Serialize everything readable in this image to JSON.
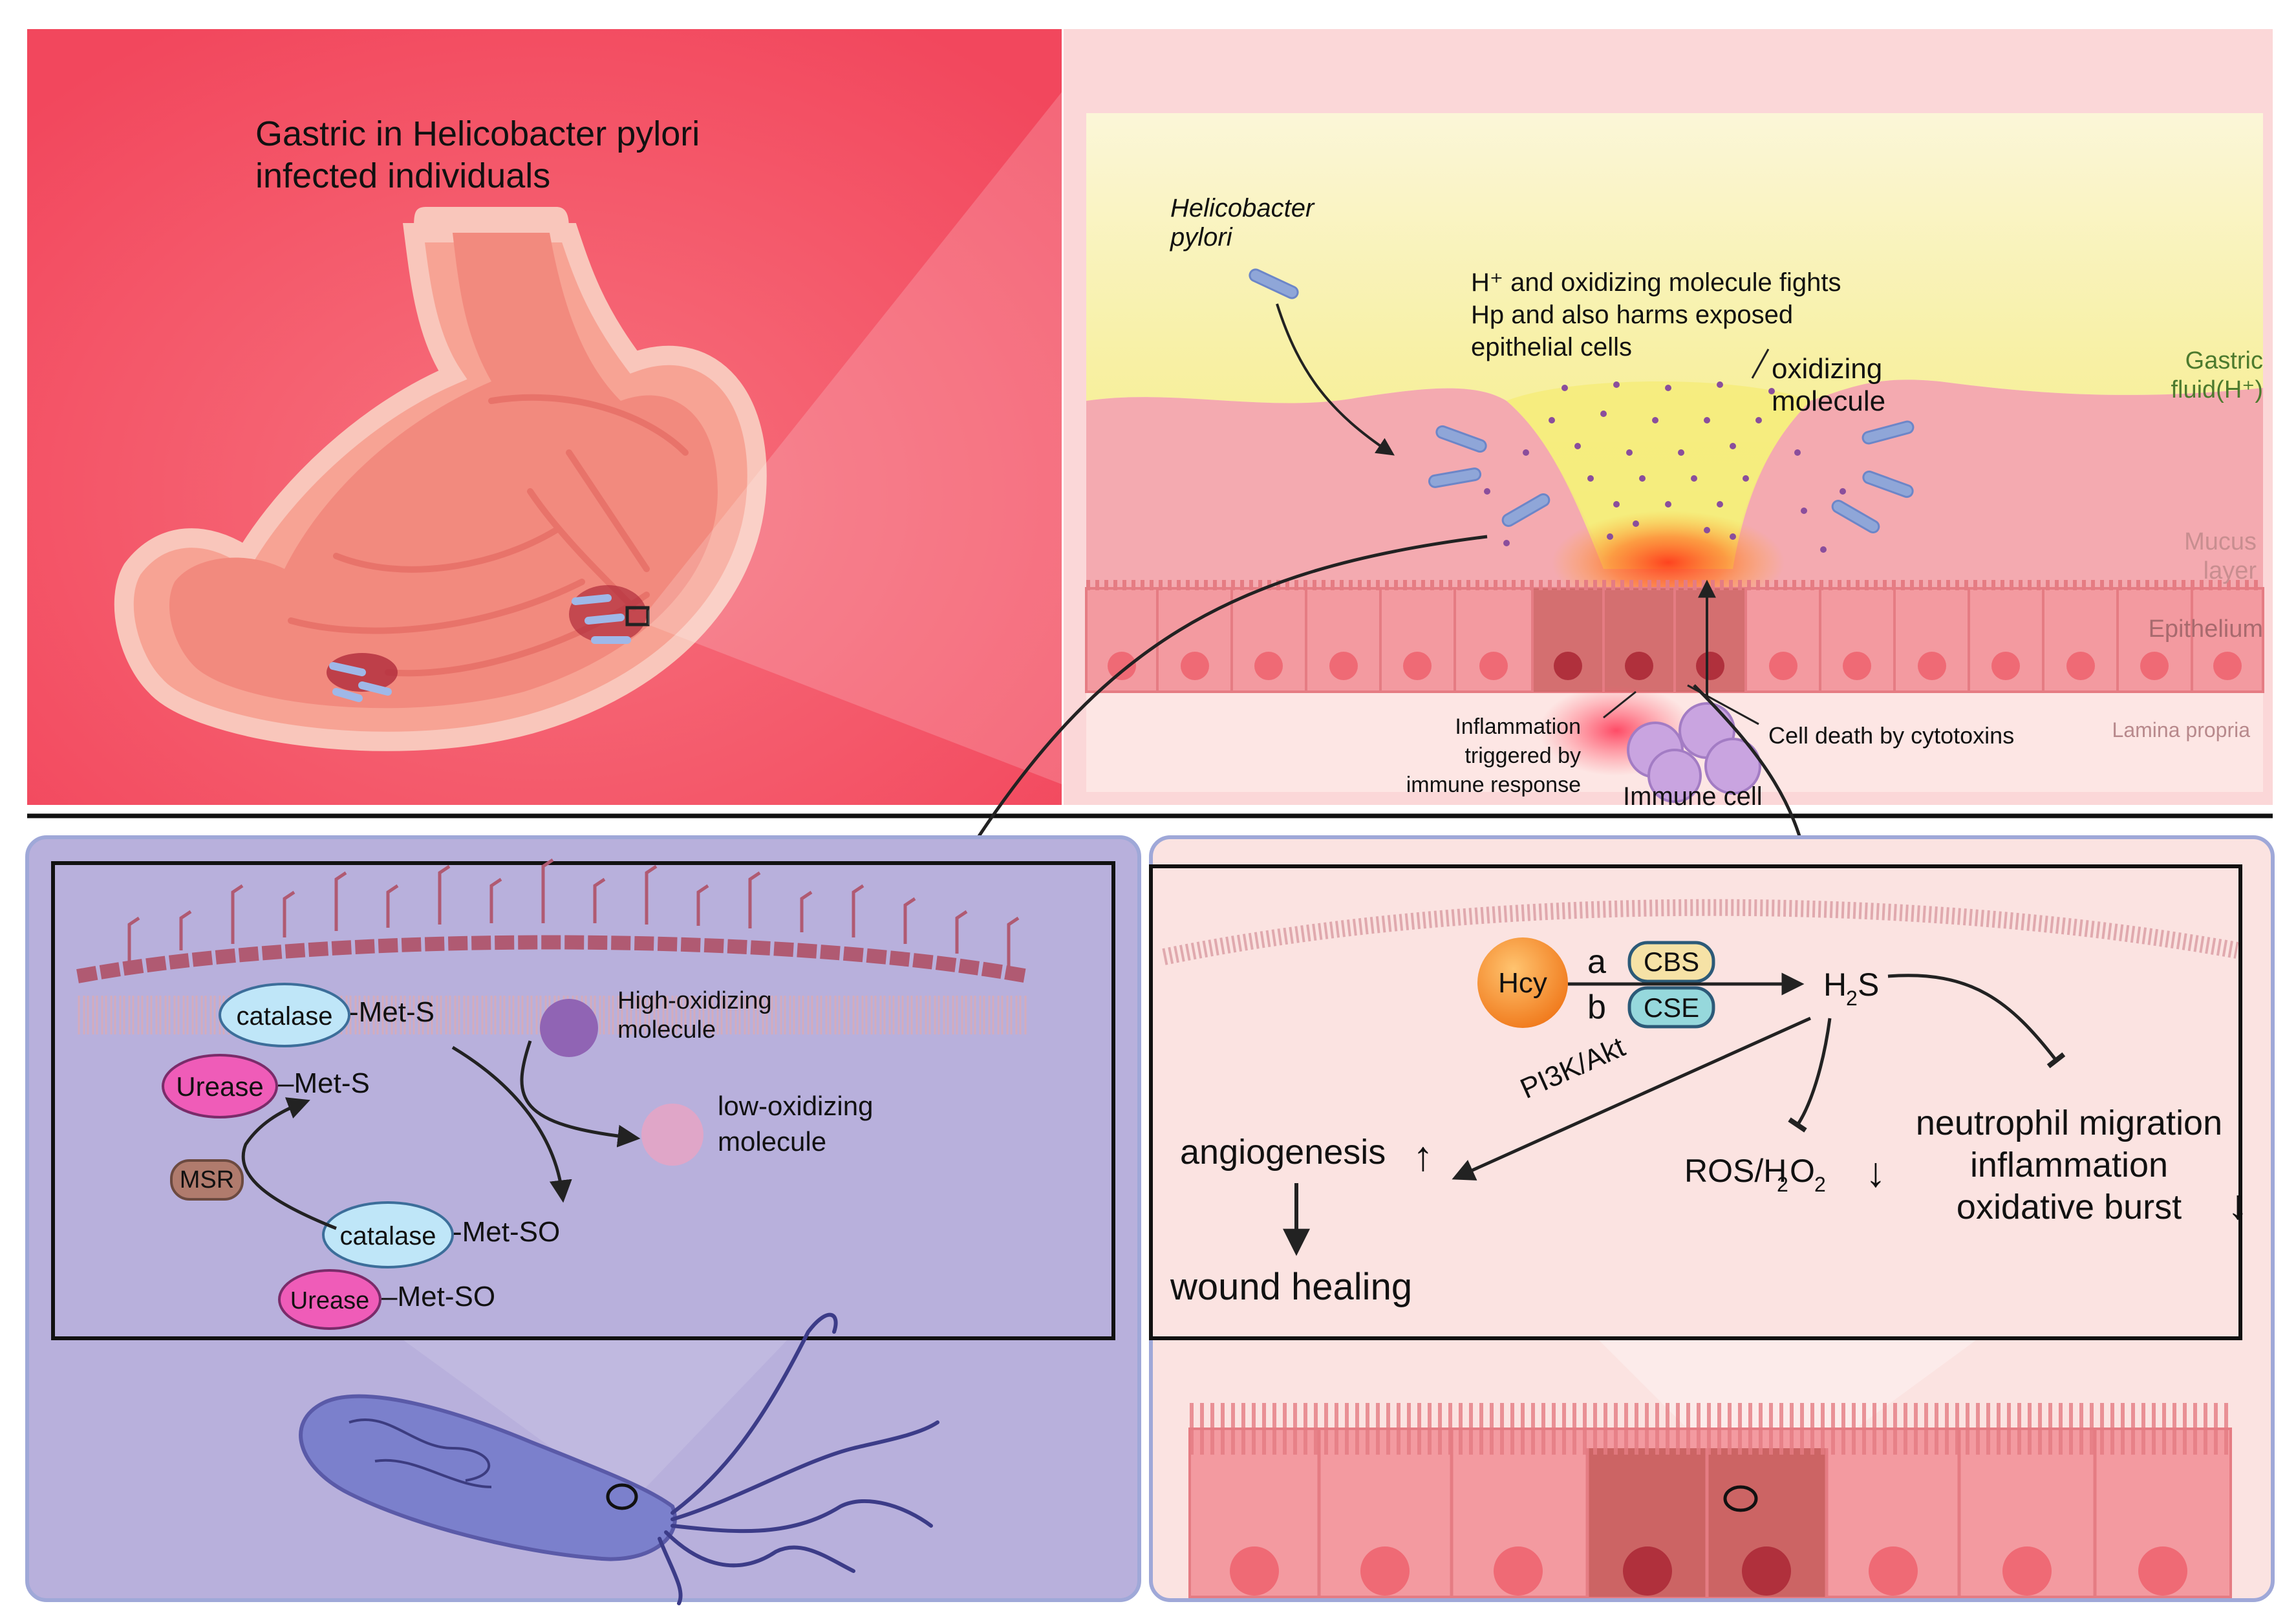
{
  "top_left": {
    "title_line1": "Gastric in Helicobacter pylori",
    "title_line2": "infected individuals"
  },
  "top_right": {
    "bacterium_label_line1": "Helicobacter",
    "bacterium_label_line2": "pylori",
    "caption_line1": "H⁺ and oxidizing molecule fights",
    "caption_line2": "Hp and also harms exposed",
    "caption_line3": "epithelial cells",
    "oxidizing_line1": "oxidizing",
    "oxidizing_line2": "molecule",
    "gastric_fluid_line1": "Gastric",
    "gastric_fluid_line2": "fluid(H⁺)",
    "mucus_line1": "Mucus",
    "mucus_line2": "layer",
    "epithelium": "Epithelium",
    "lamina_propria": "Lamina propria",
    "inflammation_line1": "Inflammation",
    "inflammation_line2": "triggered by",
    "inflammation_line3": "immune response",
    "cell_death": "Cell death by cytotoxins",
    "immune_cell": "Immune cell"
  },
  "bottom_left": {
    "catalase": "catalase",
    "urease": "Urease",
    "met_s": "-Met-S",
    "met_so": "-Met-SO",
    "urease_met_s": "–Met-S",
    "urease_met_so": "–Met-SO",
    "msr": "MSR",
    "high_line1": "High-oxidizing",
    "high_line2": "molecule",
    "low_line1": "low-oxidizing",
    "low_line2": "molecule"
  },
  "bottom_right": {
    "hcy": "Hcy",
    "path_a": "a",
    "path_b": "b",
    "cbs": "CBS",
    "cse": "CSE",
    "h2s_h": "H",
    "h2s_sub": "2",
    "h2s_s": "S",
    "pi3k": "PI3K/Akt",
    "angiogenesis": "angiogenesis",
    "wound_healing": "wound healing",
    "ros_main": "ROS/H",
    "ros_sub1": "2",
    "ros_o": "O",
    "ros_sub2": "2",
    "neutrophil": "neutrophil migration",
    "inflammation": "inflammation",
    "oxidative_burst": "oxidative burst",
    "arrow_up": "↑",
    "arrow_down": "↓"
  },
  "colors": {
    "stomach_bg": "#f45266",
    "mucus_yellow": "#f5ee86",
    "mucus_pink": "#f4aab0",
    "cell_pink": "#f39aa0",
    "cell_dark": "#cc6464",
    "purple_panel": "#b8b0dc",
    "peach_panel": "#fbe3e1",
    "catalase": "#bfe6f8",
    "urease": "#ef5cb8",
    "msr": "#b07b6d",
    "hcy": "#f6961f",
    "cbs": "#f6e2a6",
    "cse": "#96d8dc"
  }
}
